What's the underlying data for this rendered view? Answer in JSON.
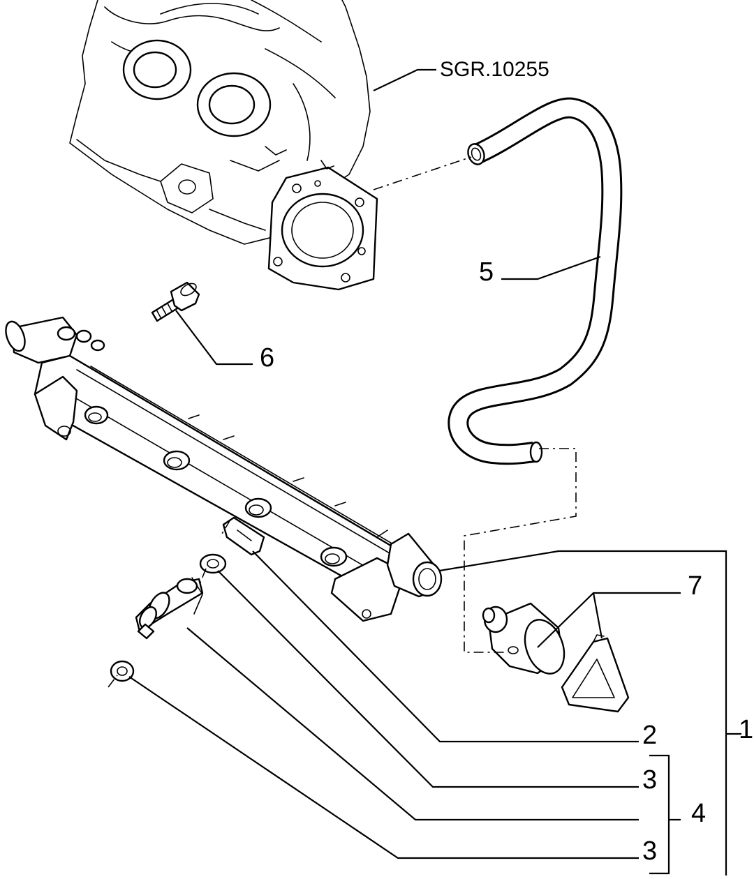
{
  "diagram": {
    "reference_label": "SGR.10255",
    "callouts": [
      {
        "id": "c5",
        "text": "5"
      },
      {
        "id": "c6",
        "text": "6"
      },
      {
        "id": "c7",
        "text": "7"
      },
      {
        "id": "c2",
        "text": "2"
      },
      {
        "id": "c3a",
        "text": "3"
      },
      {
        "id": "c4",
        "text": "4"
      },
      {
        "id": "c3b",
        "text": "3"
      },
      {
        "id": "c1",
        "text": "1"
      }
    ]
  }
}
